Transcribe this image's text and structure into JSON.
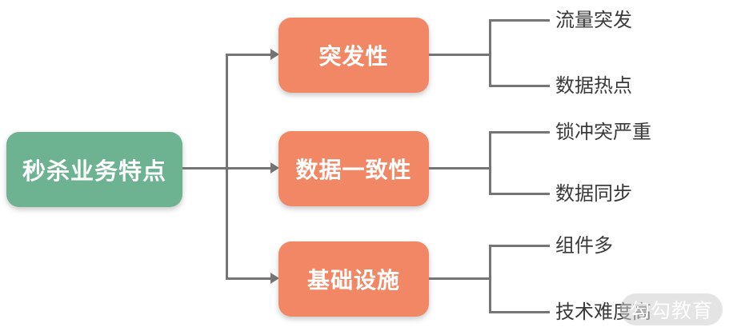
{
  "root": {
    "label": "秒杀业务特点"
  },
  "branches": [
    {
      "label": "突发性",
      "children": [
        {
          "label": "流量突发"
        },
        {
          "label": "数据热点"
        }
      ]
    },
    {
      "label": "数据一致性",
      "children": [
        {
          "label": "锁冲突严重"
        },
        {
          "label": "数据同步"
        }
      ]
    },
    {
      "label": "基础设施",
      "children": [
        {
          "label": "组件多"
        },
        {
          "label": "技术难度高"
        }
      ]
    }
  ],
  "watermark": {
    "label": "勾勾教育"
  },
  "colors": {
    "root_node_bg": "#6db392",
    "branch_node_bg": "#f18764",
    "node_text": "#ffffff",
    "connector_line": "#757575",
    "leaf_text": "#3a3a3a",
    "watermark_bg": "#cecece",
    "watermark_text": "#ffffff",
    "canvas_bg": "#ffffff"
  }
}
